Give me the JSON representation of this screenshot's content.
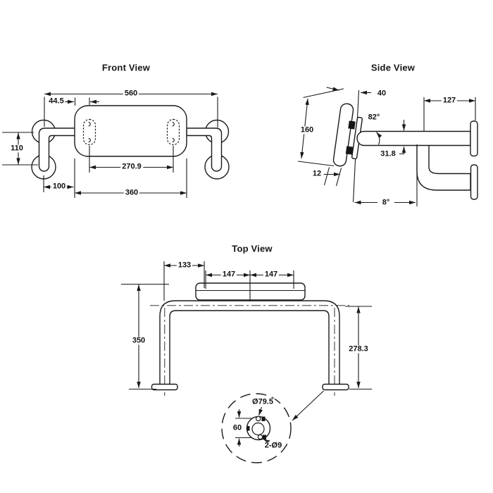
{
  "titles": {
    "front": "Front View",
    "side": "Side View",
    "top": "Top View"
  },
  "front": {
    "dims": {
      "overall_width": "560",
      "edge_to_slot": "44.5",
      "flange_spacing": "110",
      "slot_spacing": "270.9",
      "flange_to_pad": "100",
      "pad_width": "360"
    }
  },
  "side": {
    "dims": {
      "pad_assembly_depth": "40",
      "wall_offset": "127",
      "tube_to_plate_angle": "82°",
      "pad_height": "160",
      "tube_diameter": "31.8",
      "plate_thickness": "12",
      "tilt_angle": "8°"
    }
  },
  "top": {
    "dims": {
      "center_to_slot": "133",
      "slot_left_half": "147",
      "slot_right_half": "147",
      "left_projection": "350",
      "right_projection": "278.3",
      "flange_diameter": "Ø79.5",
      "hole_spacing": "60",
      "mount_holes": "2-Ø9"
    }
  },
  "colors": {
    "line": "#1a1a1a",
    "background": "#ffffff"
  }
}
